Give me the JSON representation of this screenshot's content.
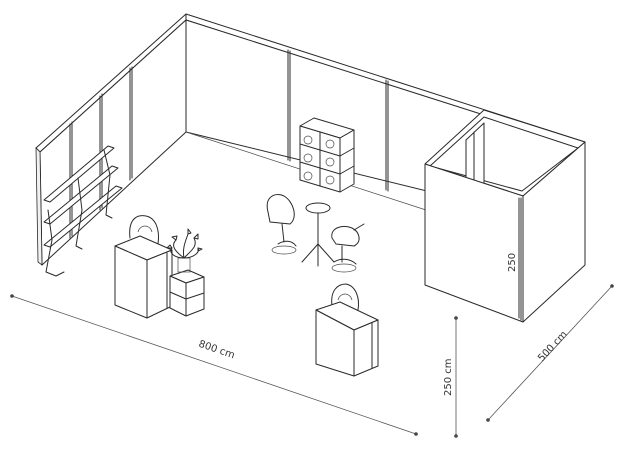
{
  "dimensions": {
    "width_label": "800 cm",
    "depth_label": "500 cm",
    "height_label": "250 cm",
    "cabin_height_label": "250"
  }
}
